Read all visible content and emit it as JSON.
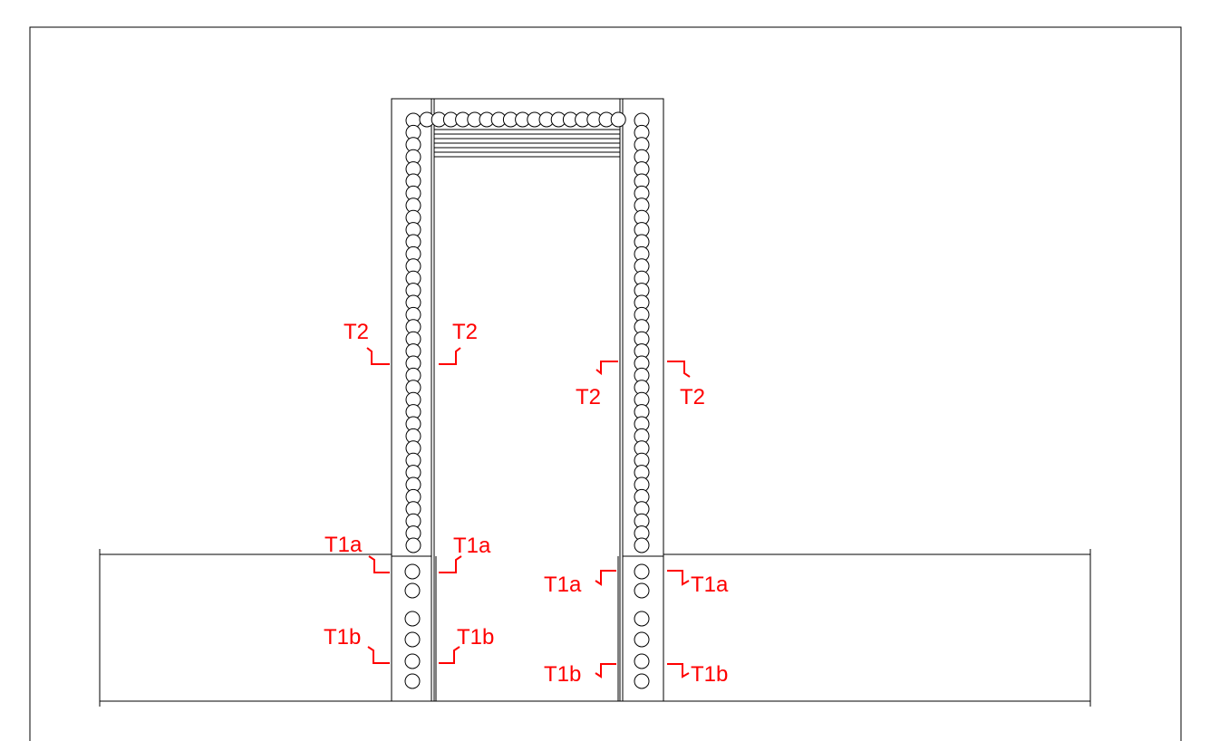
{
  "colors": {
    "background": "#ffffff",
    "linework": "#000000",
    "section_marks": "#ff0000"
  },
  "section_labels": {
    "t2": "T2",
    "t1a": "T1a",
    "t1b": "T1b"
  }
}
